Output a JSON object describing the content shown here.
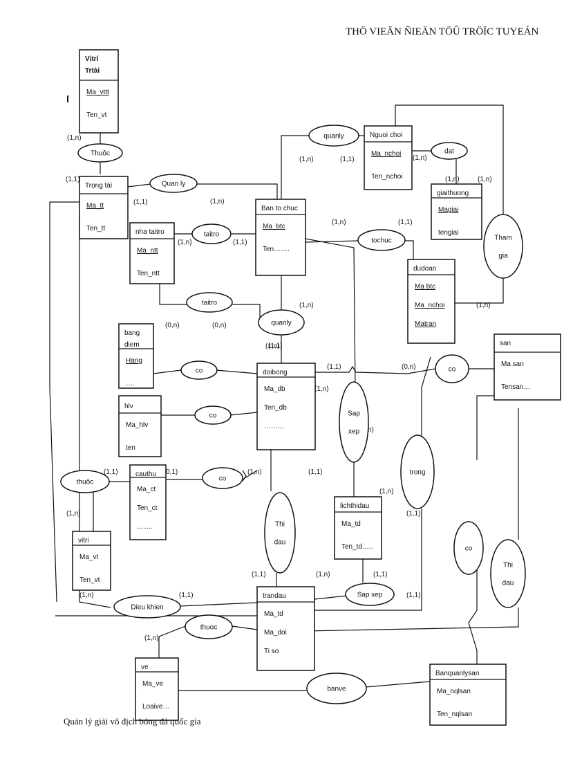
{
  "header": {
    "title": "THÖ VIEÄN ÑIEÄN TÖÛ TRÖÏC TUYEÁN"
  },
  "footer": {
    "caption": "Quản lý giải vô địch bóng đá quốc gia"
  },
  "entities": [
    {
      "id": "vitritrtai",
      "lines": [
        "Vịtrí",
        "Trtài"
      ],
      "attrs": [
        "Ma_vttt",
        "Ten_vt"
      ],
      "keys": [
        0
      ]
    },
    {
      "id": "trongtai",
      "lines": [
        "Trọng tài"
      ],
      "attrs": [
        "Ma_tt",
        "Ten_tt"
      ],
      "keys": [
        0
      ]
    },
    {
      "id": "nhataitro",
      "lines": [
        "nha taitro"
      ],
      "attrs": [
        "Ma_ntt",
        "Ten_ntt"
      ],
      "keys": [
        0
      ]
    },
    {
      "id": "bantochuc",
      "lines": [
        "Ban to chuc"
      ],
      "attrs": [
        "Ma_btc",
        "Ten……."
      ],
      "keys": [
        0
      ]
    },
    {
      "id": "nguoichoi",
      "lines": [
        "Nguoi choi"
      ],
      "attrs": [
        "Ma_nchoi",
        "Ten_nchoi"
      ],
      "keys": [
        0
      ]
    },
    {
      "id": "giaithuong",
      "lines": [
        "giaithuong"
      ],
      "attrs": [
        "Magiai",
        "tengiai"
      ],
      "keys": [
        0
      ]
    },
    {
      "id": "dudoan",
      "lines": [
        "dudoan"
      ],
      "attrs": [
        "Ma btc",
        "Ma_nchoi",
        "Matran"
      ],
      "keys": [
        0,
        1,
        2
      ]
    },
    {
      "id": "san",
      "lines": [
        "san"
      ],
      "attrs": [
        "Ma san",
        "Tensan…"
      ],
      "keys": []
    },
    {
      "id": "bangdiem",
      "lines": [
        "bang",
        "diem"
      ],
      "attrs": [
        "Hang",
        "…."
      ],
      "keys": [
        0
      ]
    },
    {
      "id": "doibong",
      "lines": [
        "doibong"
      ],
      "attrs": [
        "Ma_db",
        "Ten_db",
        "………"
      ],
      "keys": []
    },
    {
      "id": "hlv",
      "lines": [
        "hlv"
      ],
      "attrs": [
        "Ma_hlv",
        "ten"
      ],
      "keys": []
    },
    {
      "id": "cauthu",
      "lines": [
        "cauthu"
      ],
      "attrs": [
        "Ma_ct",
        "Ten_ct",
        "……."
      ],
      "keys": []
    },
    {
      "id": "vitri",
      "lines": [
        "vitri"
      ],
      "attrs": [
        "Ma_vt",
        "Ten_vt"
      ],
      "keys": []
    },
    {
      "id": "lichthidau",
      "lines": [
        "lichthidau"
      ],
      "attrs": [
        "Ma_td",
        "Ten_td….."
      ],
      "keys": []
    },
    {
      "id": "trandau",
      "lines": [
        "trandau"
      ],
      "attrs": [
        "Ma_td",
        "Ma_doi",
        "Ti so"
      ],
      "keys": []
    },
    {
      "id": "ve",
      "lines": [
        "ve"
      ],
      "attrs": [
        "Ma_ve",
        "Loaive…"
      ],
      "keys": []
    },
    {
      "id": "banquanlysan",
      "lines": [
        "Banquanlysan"
      ],
      "attrs": [
        "Ma_nqlsan",
        "Ten_nqlsan"
      ],
      "keys": []
    }
  ],
  "relationships": [
    {
      "id": "thuoc-vitri-tt",
      "lines": [
        "Thuôc"
      ]
    },
    {
      "id": "quanly-tt",
      "lines": [
        "Quan ly"
      ]
    },
    {
      "id": "quanly-btc-nc",
      "lines": [
        "quanly"
      ]
    },
    {
      "id": "dat",
      "lines": [
        "dat"
      ]
    },
    {
      "id": "taitro-1",
      "lines": [
        "taitro"
      ]
    },
    {
      "id": "taitro-2",
      "lines": [
        "taitro"
      ]
    },
    {
      "id": "tochuc",
      "lines": [
        "tochuc"
      ]
    },
    {
      "id": "thamgia",
      "lines": [
        "Tham",
        "gia"
      ]
    },
    {
      "id": "quanly-db",
      "lines": [
        "quanly"
      ]
    },
    {
      "id": "co-bangdiem",
      "lines": [
        "co"
      ]
    },
    {
      "id": "co-hlv",
      "lines": [
        "co"
      ]
    },
    {
      "id": "co-san",
      "lines": [
        "co"
      ]
    },
    {
      "id": "sapxep-1",
      "lines": [
        "Sap",
        "xep"
      ]
    },
    {
      "id": "trong",
      "lines": [
        "trong"
      ]
    },
    {
      "id": "thuoc-ct",
      "lines": [
        "thuôc"
      ]
    },
    {
      "id": "co-ct",
      "lines": [
        "co"
      ]
    },
    {
      "id": "thidau-1",
      "lines": [
        "Thi",
        "dau"
      ]
    },
    {
      "id": "co-bql",
      "lines": [
        "co"
      ]
    },
    {
      "id": "thidau-2",
      "lines": [
        "Thi",
        "dau"
      ]
    },
    {
      "id": "sapxep-2",
      "lines": [
        "Sap xep"
      ]
    },
    {
      "id": "dieukhien",
      "lines": [
        "Dieu khien"
      ]
    },
    {
      "id": "thuoc-ve",
      "lines": [
        "thuoc"
      ]
    },
    {
      "id": "banve",
      "lines": [
        "banve"
      ]
    }
  ],
  "cardinalities": [
    "(1,n)",
    "(1,1)",
    "(1,1)",
    "(1,n)",
    "(1,n)",
    "(1,1)",
    "(1,n)",
    "(1,n)",
    "(1,n)",
    "(1,n)",
    "(1,1)",
    "(1,n)",
    "(1,1)",
    "(1,n)",
    "(1,n)",
    "(0,n)",
    "(0,n)",
    "(1,n)",
    "(1,1)",
    "(1,1)",
    "(0,n)",
    "(1,n)",
    "n)",
    "(1,1)",
    "0,1)",
    "(1,n)",
    "(1,1)",
    "(1,n)",
    "(1,n)",
    "(1,1)",
    "(1,n)",
    "(1,1)",
    "(1,1)",
    "(1,n)",
    "(1,1)",
    "(1,1)",
    "(1,n)"
  ]
}
